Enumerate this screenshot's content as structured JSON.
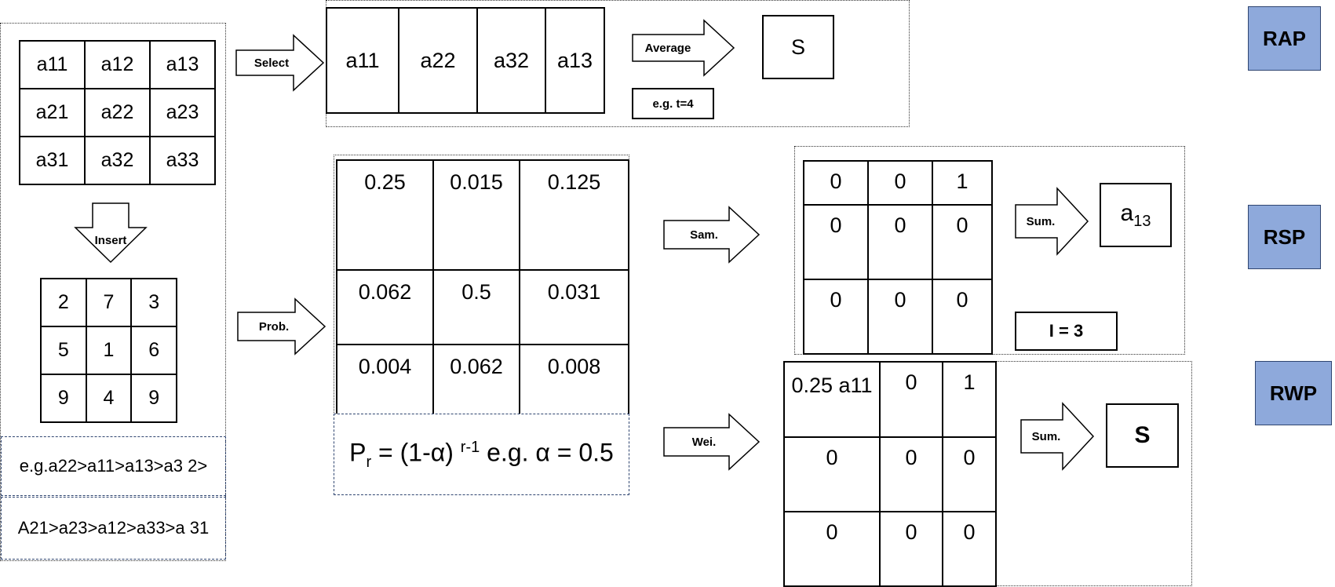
{
  "arrows": {
    "select": "Select",
    "insert": "Insert",
    "prob": "Prob.",
    "average": "Average",
    "sam": "Sam.",
    "wei": "Wei.",
    "sum": "Sum.",
    "sum2": "Sum."
  },
  "matrix_a": [
    [
      "a11",
      "a12",
      "a13"
    ],
    [
      "a21",
      "a22",
      "a23"
    ],
    [
      "a31",
      "a32",
      "a33"
    ]
  ],
  "matrix_rank": [
    [
      "2",
      "7",
      "3"
    ],
    [
      "5",
      "1",
      "6"
    ],
    [
      "9",
      "4",
      "9"
    ]
  ],
  "order_1": "e.g.a22>a11>a13>a3 2>",
  "order_2": "A21>a23>a12>a33>a 31",
  "rap": {
    "selected": [
      "a11",
      "a22",
      "a32",
      "a13"
    ],
    "result": "S",
    "note": "e.g. t=4",
    "tag": "RAP"
  },
  "prob_matrix": [
    [
      "0.25",
      "0.015",
      "0.125"
    ],
    [
      "0.062",
      "0.5",
      "0.031"
    ],
    [
      "0.004",
      "0.062",
      "0.008"
    ]
  ],
  "formula": {
    "p": "P",
    "p_sub": "r",
    "eq": " = (1-α) ",
    "exp": "r-1",
    "tail": " e.g. α = 0.5"
  },
  "rsp": {
    "matrix": [
      [
        "0",
        "0",
        "1"
      ],
      [
        "0",
        "0",
        "0"
      ],
      [
        "0",
        "0",
        "0"
      ]
    ],
    "result_base": "a",
    "result_sub": "13",
    "note": "I = 3",
    "tag": "RSP"
  },
  "rwp": {
    "matrix": [
      [
        "0.25 a11",
        "0",
        "1"
      ],
      [
        "0",
        "0",
        "0"
      ],
      [
        "0",
        "0",
        "0"
      ]
    ],
    "result": "S",
    "tag": "RWP"
  }
}
